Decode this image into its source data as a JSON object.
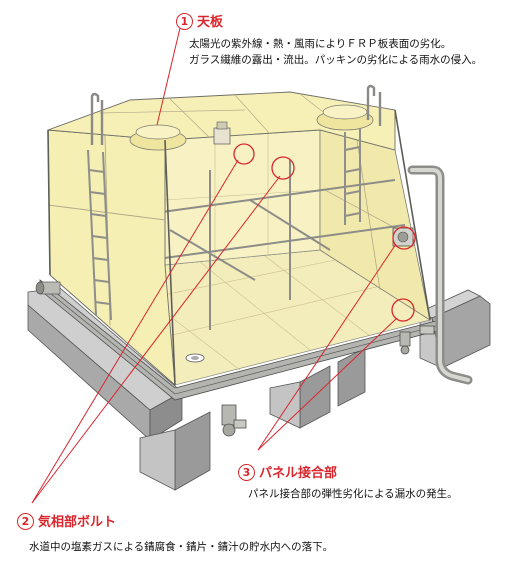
{
  "callouts": [
    {
      "number": "1",
      "title": "天板",
      "lines": [
        "太陽光の紫外線・熱・風雨によりＦＲＰ板表面の劣化。",
        "ガラス繊維の露出・流出。パッキンの劣化による雨水の侵入。"
      ]
    },
    {
      "number": "3",
      "title": "パネル接合部",
      "lines": [
        "パネル接合部の弾性劣化による漏水の発生。"
      ]
    },
    {
      "number": "2",
      "title": "気相部ボルト",
      "lines": [
        "水道中の塩素ガスによる錆腐食・錆片・錆汁の貯水内への落下。"
      ]
    }
  ],
  "colors": {
    "accent_red": "#d9262c",
    "panel_yellow": "#f6efb0",
    "frame_gray": "#9a9a96",
    "concrete": "#b9b9b9"
  }
}
